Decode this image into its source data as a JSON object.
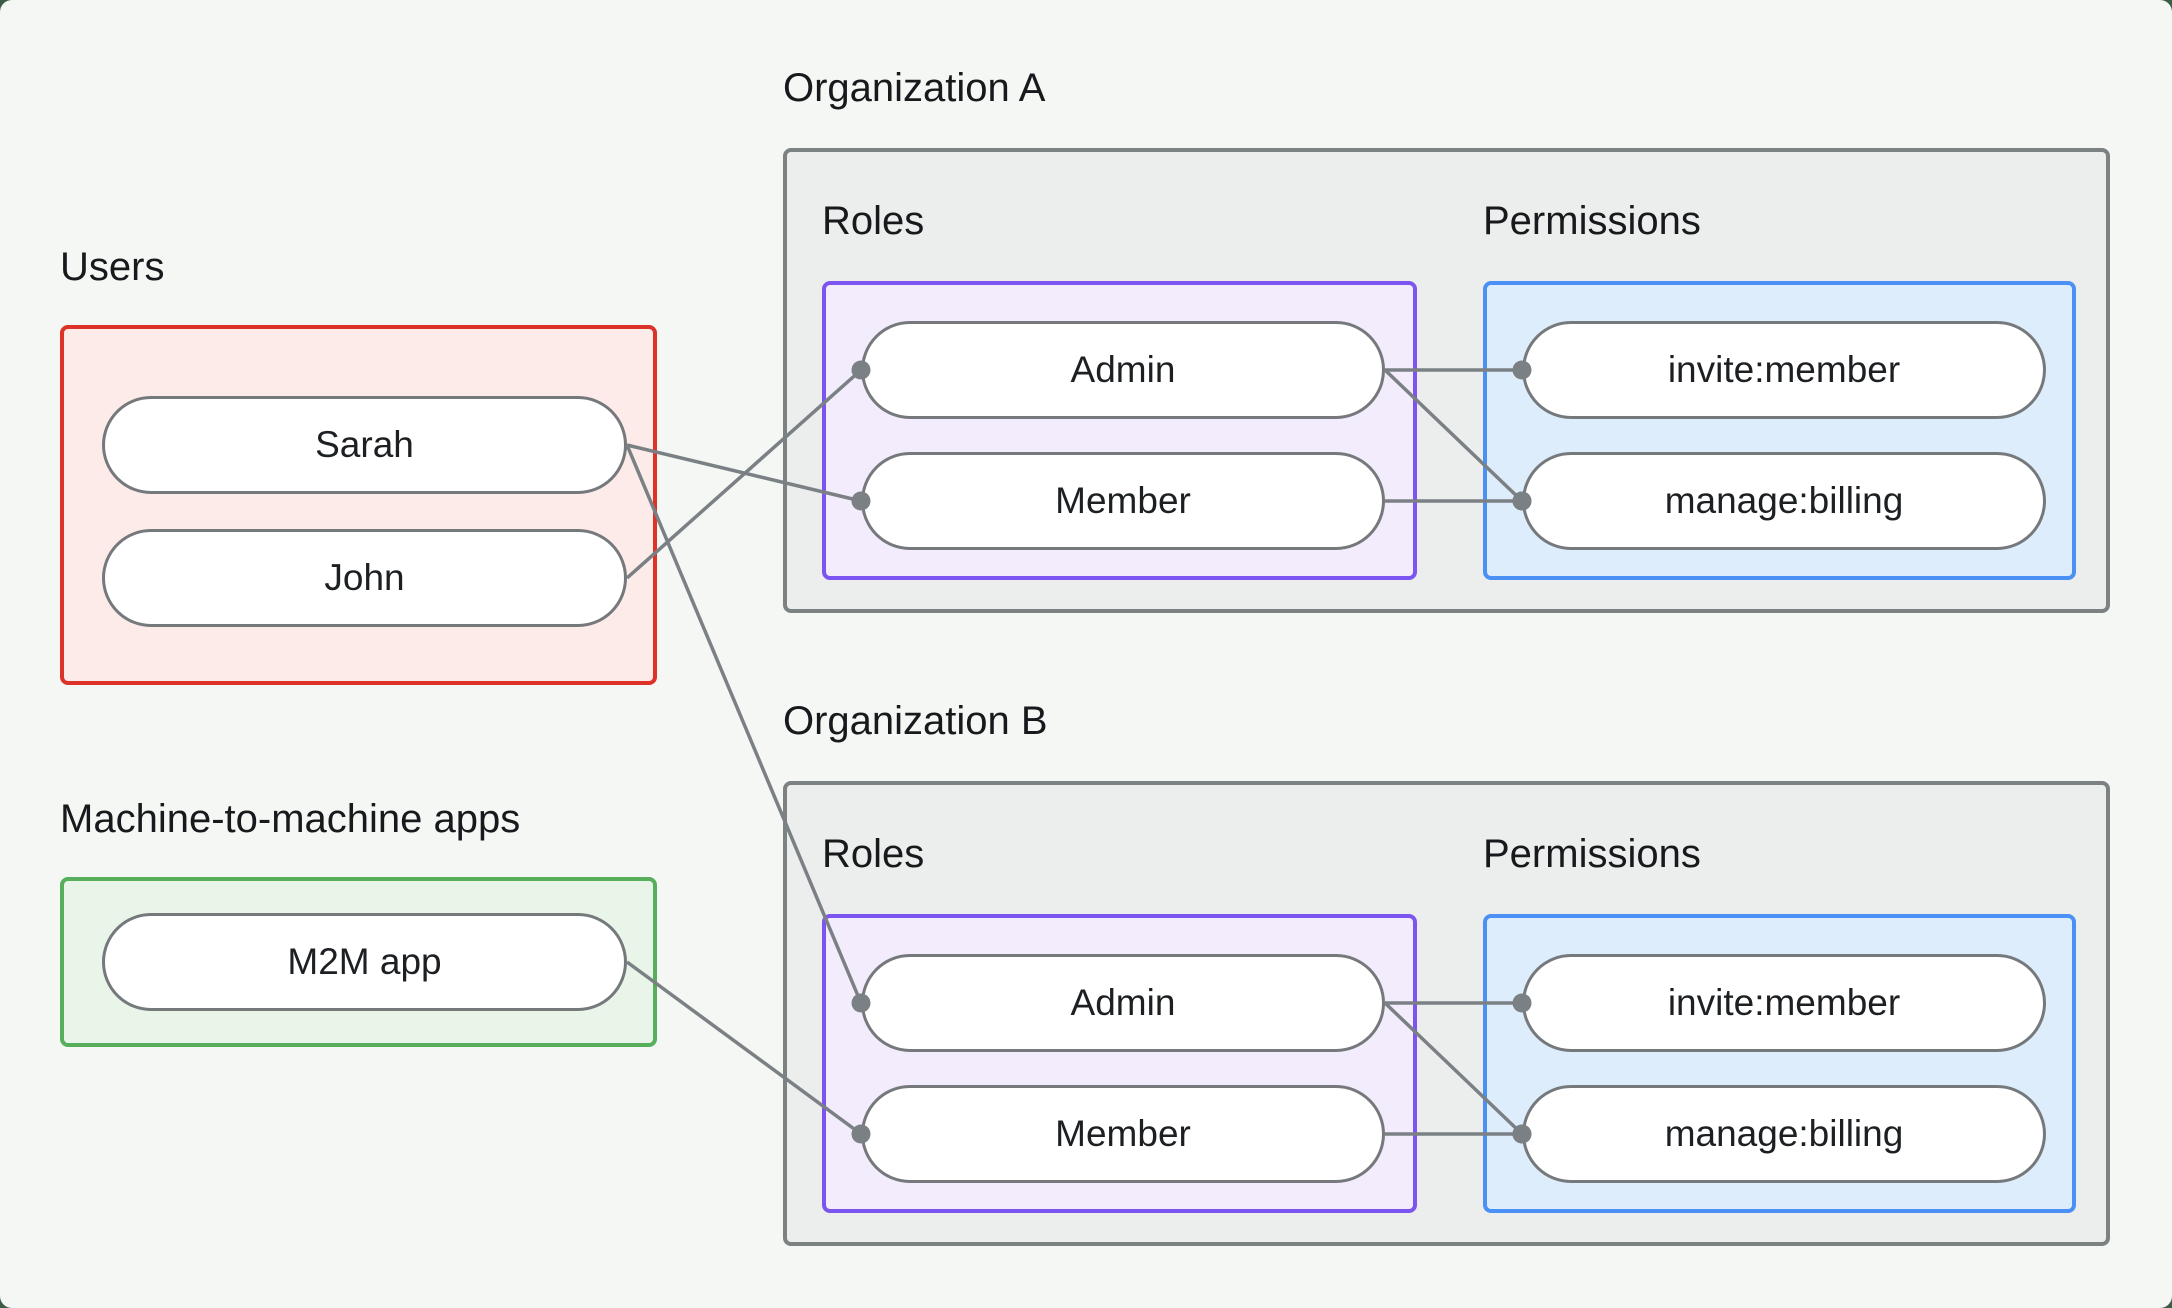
{
  "colors": {
    "page_background": "#3d5c46",
    "canvas_background": "#f4f7f4",
    "org_box_fill": "#ebeeec",
    "org_box_border": "#7c8182",
    "users_box_fill": "#fcebe9",
    "users_box_border": "#dd3227",
    "m2m_box_fill": "#eaf5ea",
    "m2m_box_border": "#57ae5b",
    "roles_box_fill": "#f2ecfc",
    "roles_box_border": "#7c55f0",
    "permissions_box_fill": "#deedfb",
    "permissions_box_border": "#4a90f5",
    "pill_fill": "#ffffff",
    "pill_border": "#75797c",
    "edge_line": "#7a8084",
    "text": "#17191c"
  },
  "users_group": {
    "label": "Users",
    "items": [
      {
        "id": "sarah",
        "label": "Sarah"
      },
      {
        "id": "john",
        "label": "John"
      }
    ]
  },
  "m2m_group": {
    "label": "Machine-to-machine apps",
    "items": [
      {
        "id": "m2m_app",
        "label": "M2M app"
      }
    ]
  },
  "organizations": [
    {
      "title": "Organization A",
      "roles_label": "Roles",
      "permissions_label": "Permissions",
      "roles": [
        {
          "id": "org_a_admin",
          "label": "Admin"
        },
        {
          "id": "org_a_member",
          "label": "Member"
        }
      ],
      "permissions": [
        {
          "id": "org_a_invite_member",
          "label": "invite:member"
        },
        {
          "id": "org_a_manage_billing",
          "label": "manage:billing"
        }
      ]
    },
    {
      "title": "Organization B",
      "roles_label": "Roles",
      "permissions_label": "Permissions",
      "roles": [
        {
          "id": "org_b_admin",
          "label": "Admin"
        },
        {
          "id": "org_b_member",
          "label": "Member"
        }
      ],
      "permissions": [
        {
          "id": "org_b_invite_member",
          "label": "invite:member"
        },
        {
          "id": "org_b_manage_billing",
          "label": "manage:billing"
        }
      ]
    }
  ],
  "edges": [
    {
      "from": "sarah",
      "to": "org_a_member"
    },
    {
      "from": "john",
      "to": "org_a_admin"
    },
    {
      "from": "sarah",
      "to": "org_b_admin"
    },
    {
      "from": "m2m_app",
      "to": "org_b_member"
    },
    {
      "from": "org_a_admin",
      "to": "org_a_invite_member"
    },
    {
      "from": "org_a_admin",
      "to": "org_a_manage_billing"
    },
    {
      "from": "org_a_member",
      "to": "org_a_manage_billing"
    },
    {
      "from": "org_b_admin",
      "to": "org_b_invite_member"
    },
    {
      "from": "org_b_admin",
      "to": "org_b_manage_billing"
    },
    {
      "from": "org_b_member",
      "to": "org_b_manage_billing"
    }
  ]
}
